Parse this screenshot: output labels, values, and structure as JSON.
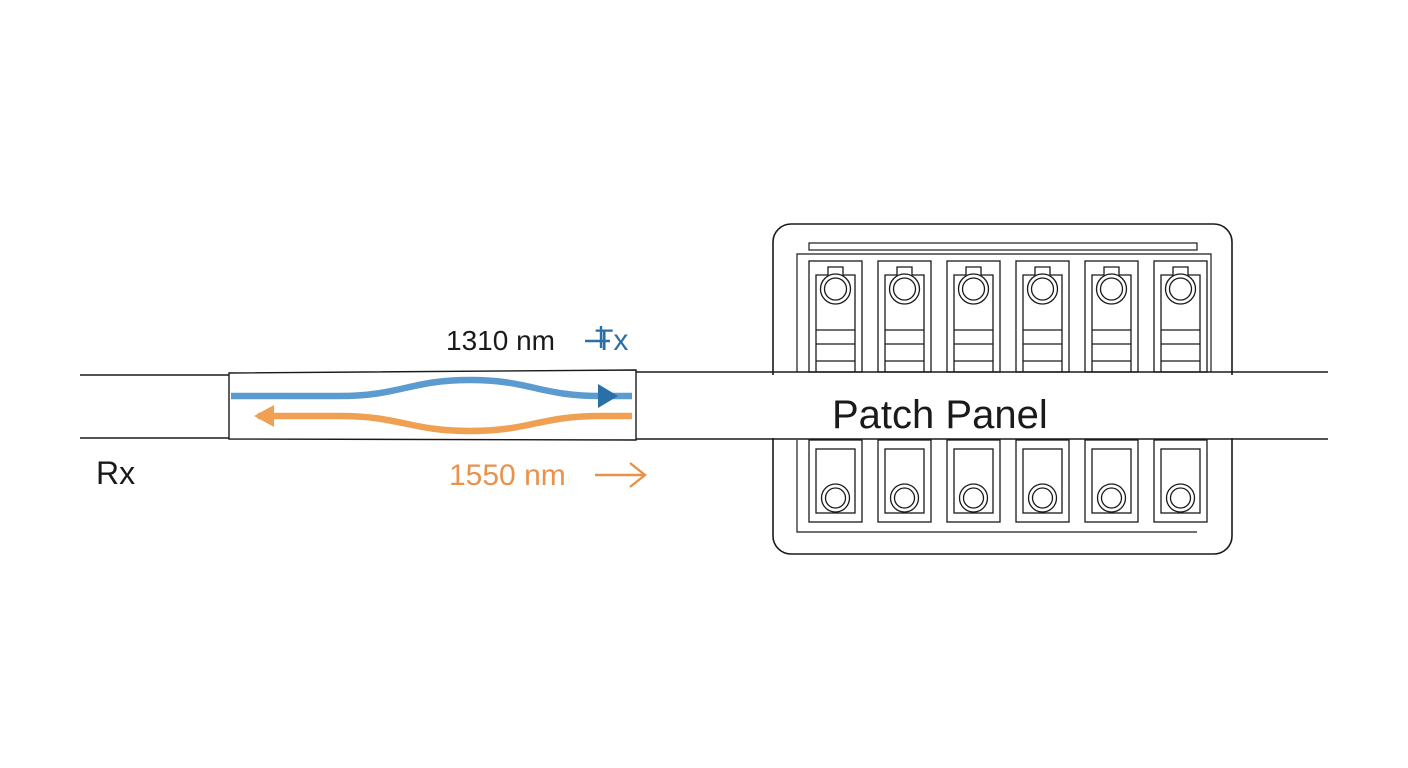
{
  "labels": {
    "tx_wavelength": "1310 nm",
    "tx": "Tx",
    "rx_wavelength": "1550 nm",
    "rx": "Rx",
    "patch_panel": "Patch Panel"
  },
  "colors": {
    "line": "#1a1a1a",
    "tx_signal": "#5b9bd0",
    "tx_label": "#2a6fa8",
    "rx_signal": "#f0a052",
    "rx_label": "#e8924a",
    "text": "#1a1a1a"
  },
  "icons": {
    "tx_arrow": "arrow-right-icon",
    "rx_arrow": "arrow-left-icon",
    "port": "fiber-port-icon"
  },
  "panel": {
    "top_port_count": 6,
    "bottom_port_count": 6
  }
}
